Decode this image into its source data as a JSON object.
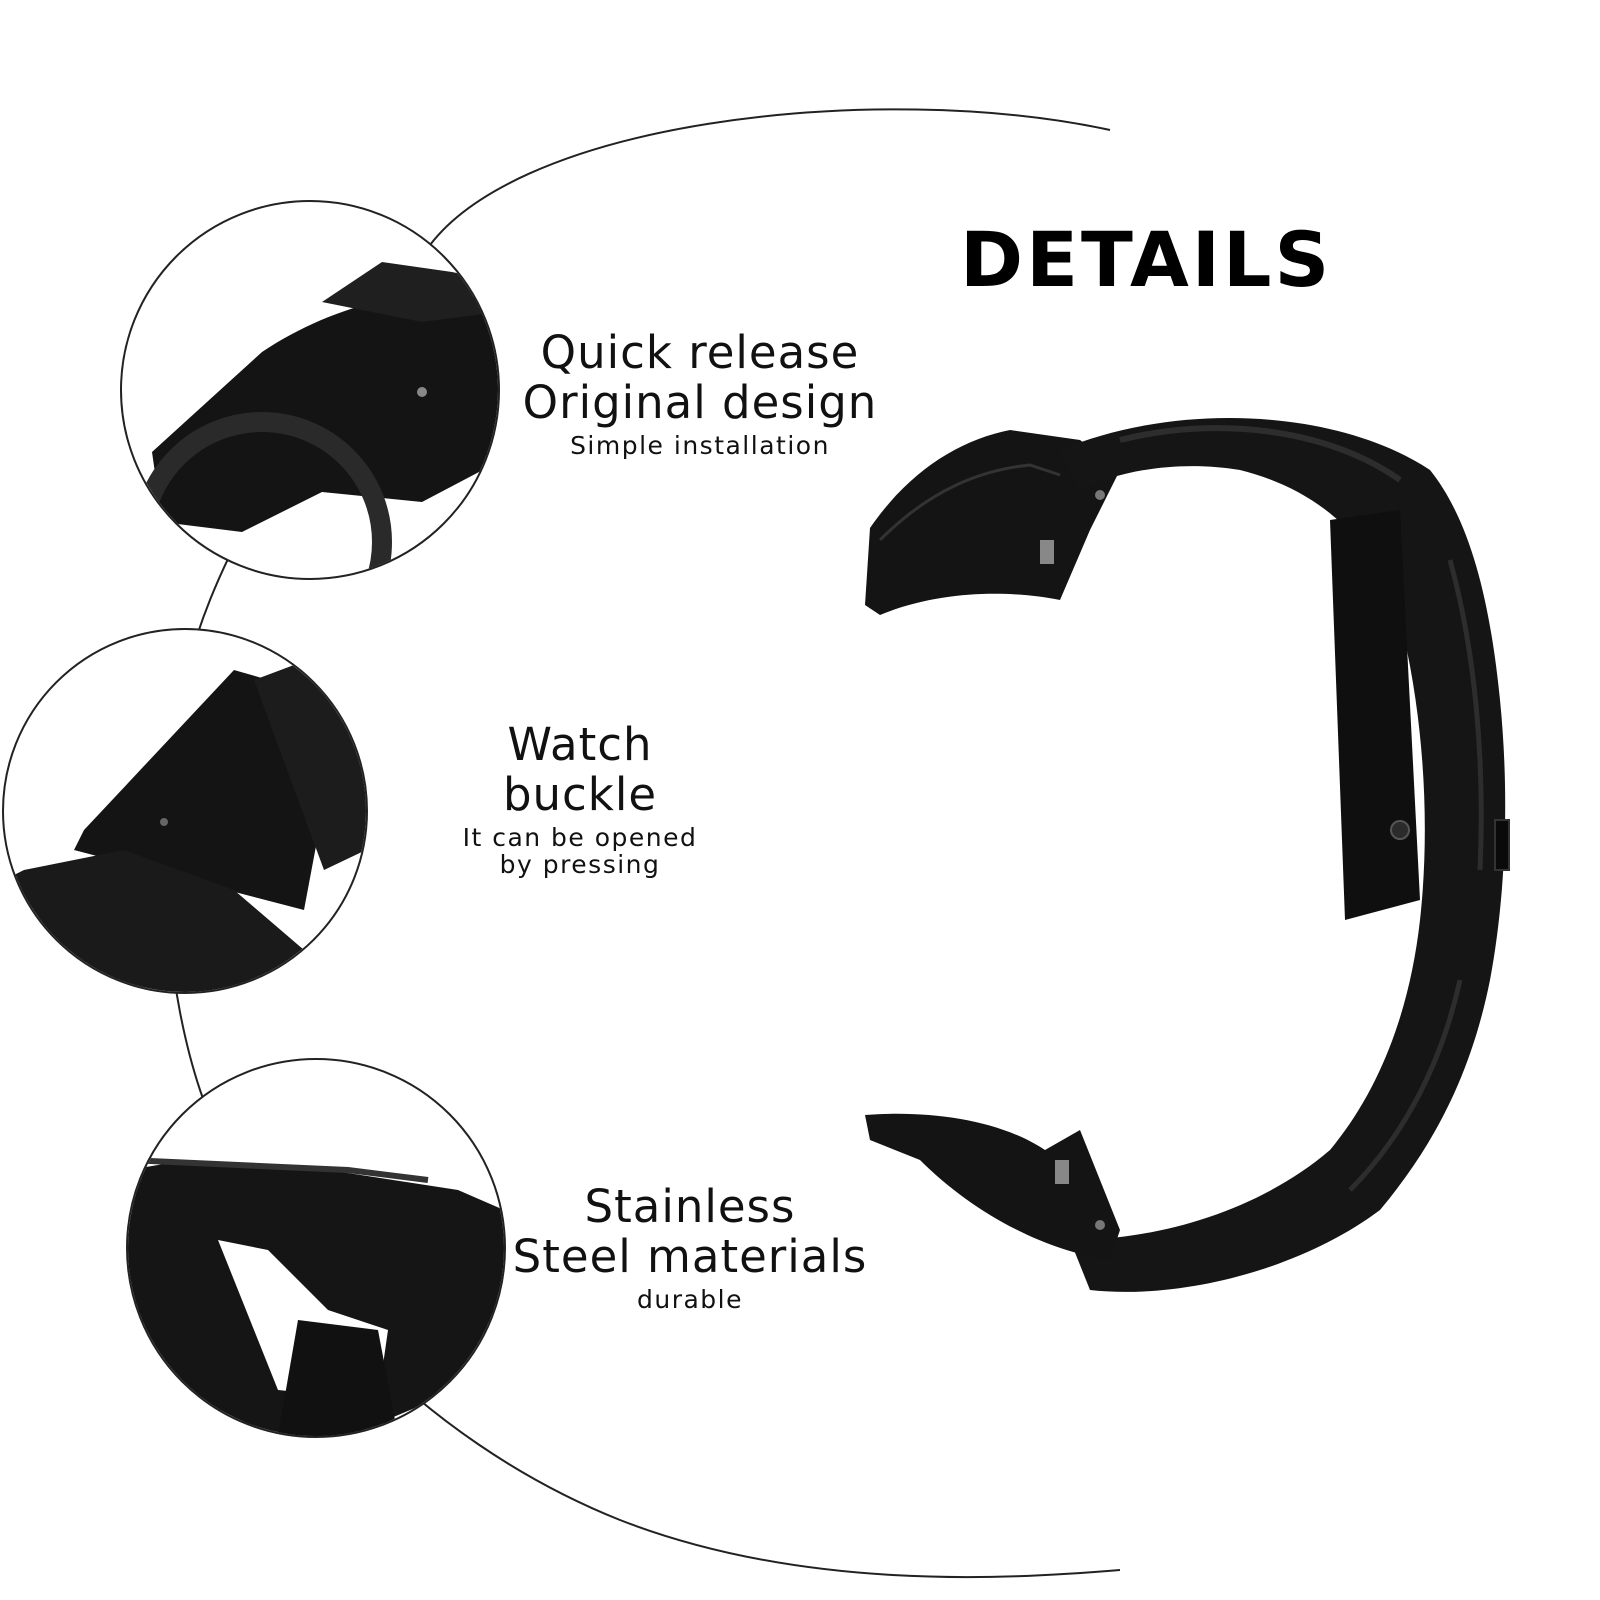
{
  "heading": "DETAILS",
  "features": [
    {
      "line1": "Quick release",
      "line2": "Original design",
      "sub": "Simple installation"
    },
    {
      "line1": "Watch",
      "line2": "buckle",
      "sub": "It can be opened by pressing"
    },
    {
      "line1": "Stainless",
      "line2": "Steel materials",
      "sub": "durable"
    }
  ],
  "colors": {
    "band": "#151515",
    "band_highlight": "#2a2a2a",
    "line": "#222222",
    "background": "#ffffff"
  }
}
